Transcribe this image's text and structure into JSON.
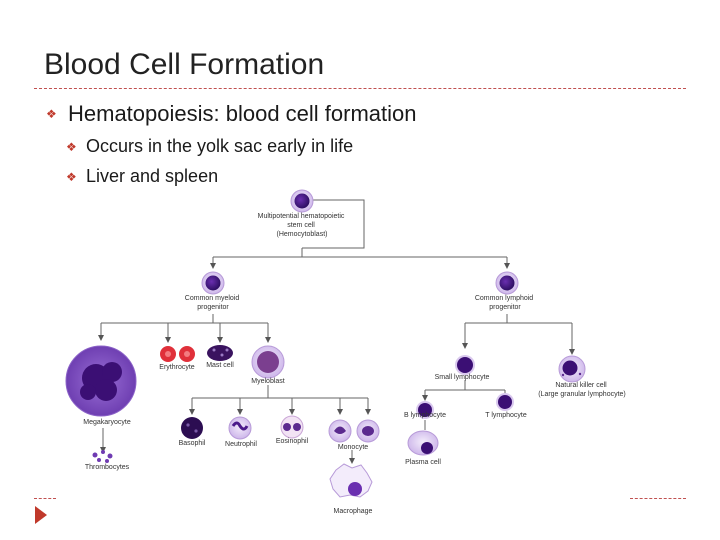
{
  "slide": {
    "title": "Blood Cell Formation",
    "bullets": [
      {
        "text": "Hematopoiesis: blood cell formation",
        "level": 1
      },
      {
        "text": "Occurs in the yolk sac early in life",
        "level": 2
      },
      {
        "text": "Liver and spleen",
        "level": 2
      }
    ]
  },
  "diagram": {
    "stem_cell_lines": [
      "Multipotential hematopoietic",
      "stem cell",
      "(Hemocytoblast)"
    ],
    "myeloid_lines": [
      "Common myeloid",
      "progenitor"
    ],
    "lymphoid_lines": [
      "Common lymphoid",
      "progenitor"
    ],
    "erythrocyte": "Erythrocyte",
    "mast_cell": "Mast cell",
    "myeloblast": "Myeloblast",
    "megakaryocyte": "Megakaryocyte",
    "thrombocytes": "Thrombocytes",
    "basophil": "Basophil",
    "neutrophil": "Neutrophil",
    "eosinophil": "Eosinophil",
    "monocyte": "Monocyte",
    "macrophage": "Macrophage",
    "small_lymphocyte": "Small lymphocyte",
    "nk_lines": [
      "Natural killer cell",
      "(Large granular lymphocyte)"
    ],
    "b_lymphocyte": "B lymphocyte",
    "t_lymphocyte": "T lymphocyte",
    "plasma_cell": "Plasma cell"
  },
  "colors": {
    "accent": "#c0392b",
    "cell_dark": "#4b1a8a",
    "cell_membrane": "#d9c8ee",
    "megakaryocyte": "#6f3bb2",
    "erythrocyte": "#e0303a"
  }
}
